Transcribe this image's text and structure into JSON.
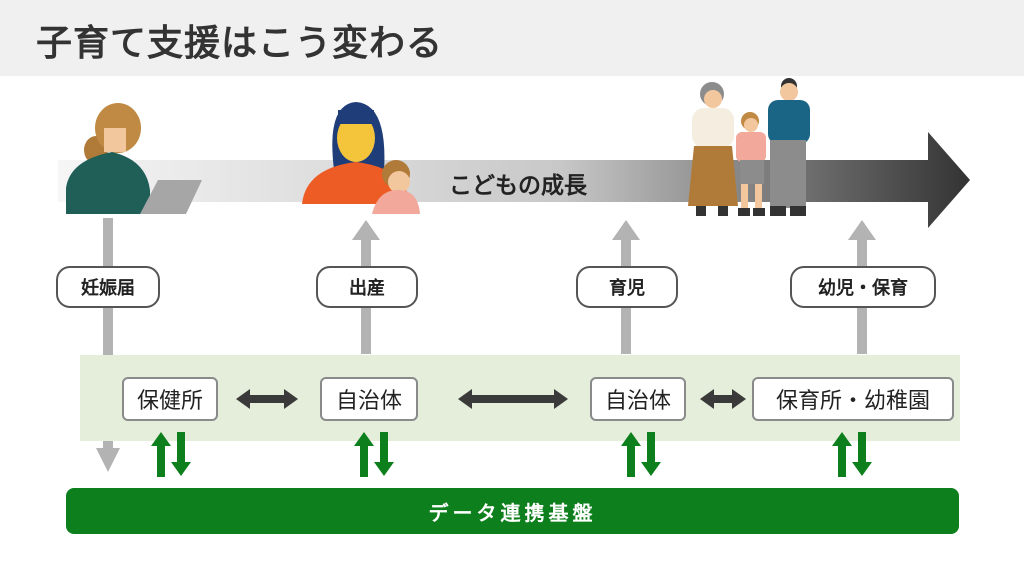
{
  "title": "子育て支援はこう変わる",
  "growth_arrow": {
    "label": "こどもの成長"
  },
  "stages": [
    {
      "label": "妊娠届"
    },
    {
      "label": "出産"
    },
    {
      "label": "育児"
    },
    {
      "label": "幼児・保育"
    }
  ],
  "organizations": [
    {
      "label": "保健所"
    },
    {
      "label": "自治体"
    },
    {
      "label": "自治体"
    },
    {
      "label": "保育所・幼稚園"
    }
  ],
  "platform": {
    "label": "データ連携基盤"
  },
  "colors": {
    "platform_green": "#0e7f1d",
    "band_green": "#e4eedb",
    "arrow_dark": "#3a3a3a",
    "arrow_gray": "#b3b3b3"
  }
}
